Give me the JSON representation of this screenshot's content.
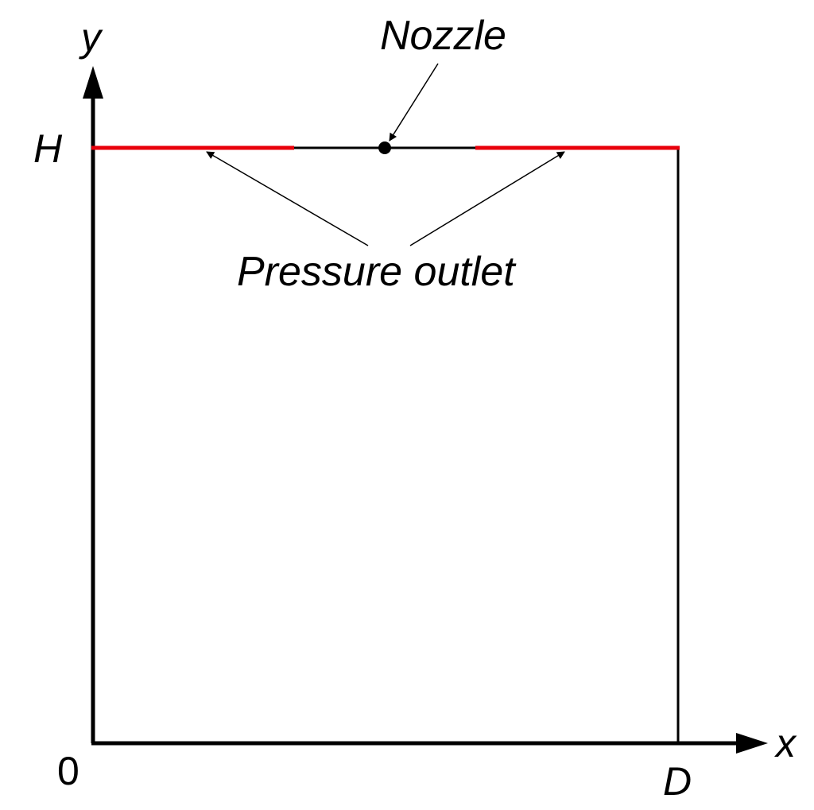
{
  "labels": {
    "y_axis": "y",
    "x_axis": "x",
    "height": "H",
    "origin": "0",
    "width": "D",
    "nozzle": "Nozzle",
    "outlet": "Pressure outlet"
  },
  "colors": {
    "outlet": "#e8000b",
    "line": "#000000",
    "background": "#ffffff"
  }
}
